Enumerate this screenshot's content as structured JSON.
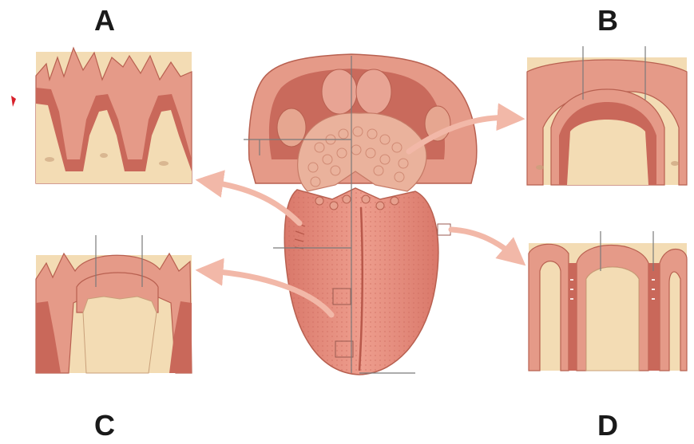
{
  "labels": {
    "a": "A",
    "b": "B",
    "c": "C",
    "d": "D"
  },
  "colors": {
    "tissue_pink": "#e59a88",
    "tissue_dark": "#c9685a",
    "tissue_light": "#f4c4b4",
    "connective": "#f3dcb4",
    "arrow": "#f2b8a8",
    "line": "#7a7a7a"
  }
}
